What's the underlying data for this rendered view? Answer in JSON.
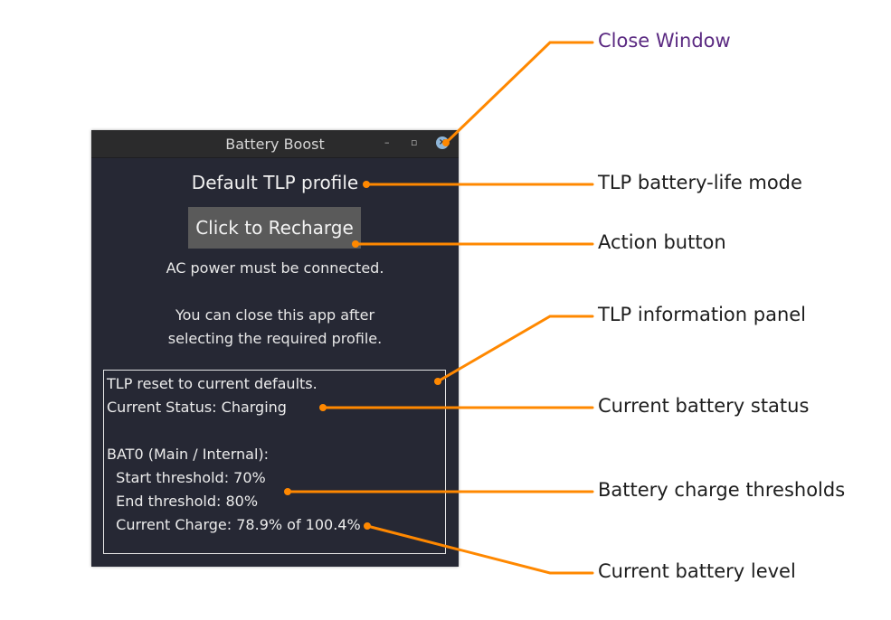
{
  "window": {
    "title": "Battery Boost",
    "minimize_glyph": "–",
    "maximize_glyph": "▫",
    "close_glyph": "×"
  },
  "profile_label": "Default TLP profile",
  "recharge_button": "Click to Recharge",
  "messages": {
    "ac_power": "AC power must be connected.",
    "close_line1": "You can close this app after",
    "close_line2": "selecting the required profile."
  },
  "info_panel": {
    "lines": [
      "TLP reset to current defaults.",
      "Current Status: Charging",
      "",
      "BAT0 (Main / Internal):",
      "  Start threshold: 70%",
      "  End threshold: 80%",
      "  Current Charge: 78.9% of 100.4%"
    ]
  },
  "annotations": {
    "close_window": "Close Window",
    "tlp_mode": "TLP battery-life mode",
    "action_button": "Action button",
    "info_panel": "TLP information panel",
    "battery_status": "Current battery status",
    "charge_thresholds": "Battery charge thresholds",
    "battery_level": "Current battery level"
  },
  "colors": {
    "callout": "#ff8800",
    "window_bg": "#262834",
    "titlebar_bg": "#2b2b2c",
    "button_bg": "#5a5a5a",
    "link_text": "#5b2a82"
  }
}
